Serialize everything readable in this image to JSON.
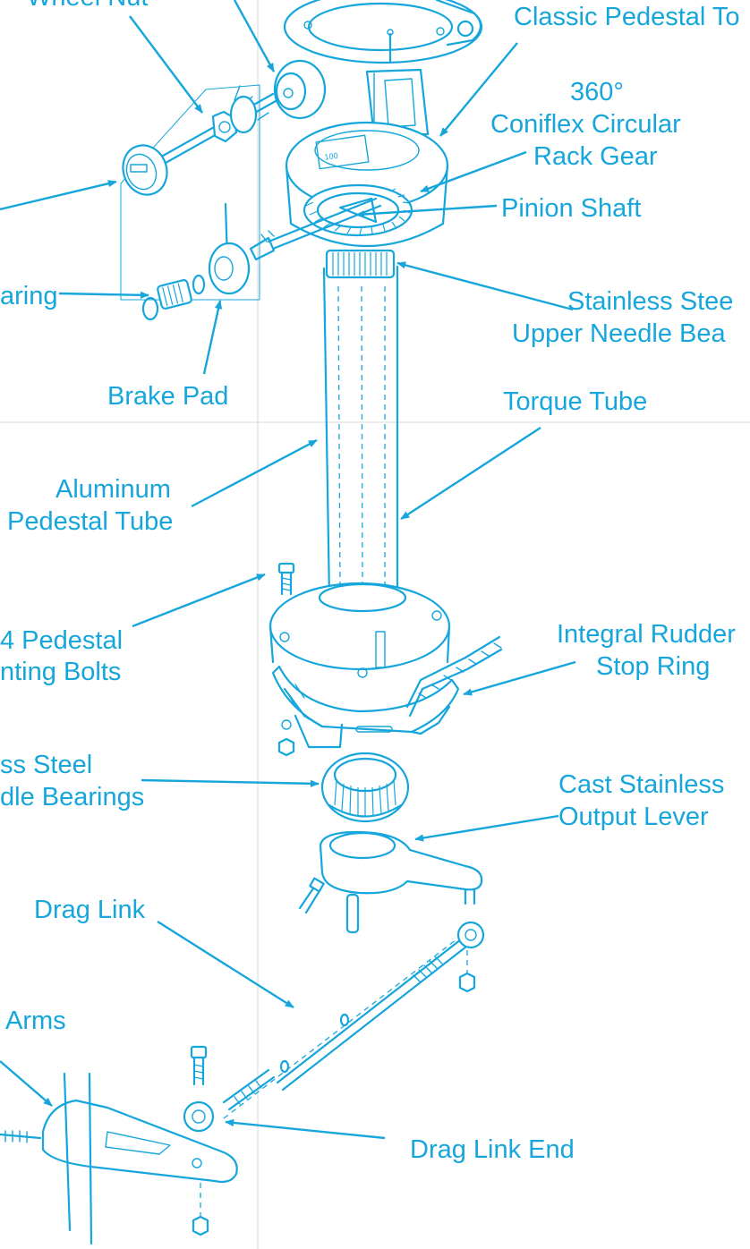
{
  "title": "Pedestal steering system exploded diagram",
  "colors": {
    "ink": "#16a6dc",
    "background": "#ffffff",
    "grid": "#d8d8d8"
  },
  "labels": {
    "wheel_nut": "Wheel Nut",
    "classic_pedestal": "Classic Pedestal To",
    "rack_gear_1": "360°",
    "rack_gear_2": "Coniflex Circular",
    "rack_gear_3": "Rack Gear",
    "pinion_shaft": "Pinion Shaft",
    "upper_bearing_1": "Stainless Stee",
    "upper_bearing_2": "Upper Needle Bea",
    "bearing_left": "aring",
    "brake_pad": "Brake Pad",
    "torque_tube": "Torque Tube",
    "aluminum_tube_1": "Aluminum",
    "aluminum_tube_2": "Pedestal Tube",
    "mount_bolts_1": "4 Pedestal",
    "mount_bolts_2": "nting Bolts",
    "rudder_stop_1": "Integral Rudder",
    "rudder_stop_2": "Stop Ring",
    "lower_bearing_1": "ss Steel",
    "lower_bearing_2": "dle Bearings",
    "output_lever_1": "Cast Stainless",
    "output_lever_2": "Output Lever",
    "drag_link": "Drag Link",
    "arms": "Arms",
    "drag_link_end": "Drag Link End",
    "housing_marking": "100"
  },
  "icons": {
    "arrow": "arrowhead-icon",
    "bolt": "bolt-icon",
    "nut": "nut-icon",
    "bearing": "needle-bearing-icon",
    "gear": "gear-icon",
    "compass": "compass-icon"
  }
}
